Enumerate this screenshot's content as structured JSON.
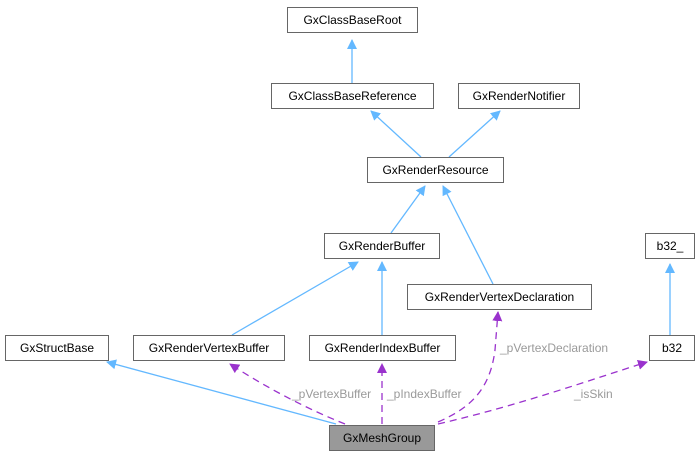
{
  "diagram": {
    "title": "GxMeshGroup collaboration graph",
    "colors": {
      "inheritance": "#63b8ff",
      "usage": "#9a32cd",
      "label": "#9a9a9a",
      "current_fill": "#999999"
    },
    "nodes": [
      {
        "id": "root",
        "label": "GxClassBaseRoot"
      },
      {
        "id": "ref",
        "label": "GxClassBaseReference"
      },
      {
        "id": "notifier",
        "label": "GxRenderNotifier"
      },
      {
        "id": "resource",
        "label": "GxRenderResource"
      },
      {
        "id": "buffer",
        "label": "GxRenderBuffer"
      },
      {
        "id": "vdecl",
        "label": "GxRenderVertexDeclaration"
      },
      {
        "id": "b32u",
        "label": "b32_"
      },
      {
        "id": "struct",
        "label": "GxStructBase"
      },
      {
        "id": "vbuf",
        "label": "GxRenderVertexBuffer"
      },
      {
        "id": "ibuf",
        "label": "GxRenderIndexBuffer"
      },
      {
        "id": "b32",
        "label": "b32"
      },
      {
        "id": "mesh",
        "label": "GxMeshGroup",
        "current": true
      }
    ],
    "edges": [
      {
        "from": "ref",
        "to": "root",
        "type": "inheritance"
      },
      {
        "from": "resource",
        "to": "ref",
        "type": "inheritance"
      },
      {
        "from": "resource",
        "to": "notifier",
        "type": "inheritance"
      },
      {
        "from": "buffer",
        "to": "resource",
        "type": "inheritance"
      },
      {
        "from": "vdecl",
        "to": "resource",
        "type": "inheritance"
      },
      {
        "from": "vbuf",
        "to": "buffer",
        "type": "inheritance"
      },
      {
        "from": "ibuf",
        "to": "buffer",
        "type": "inheritance"
      },
      {
        "from": "b32",
        "to": "b32u",
        "type": "inheritance"
      },
      {
        "from": "mesh",
        "to": "struct",
        "type": "inheritance"
      },
      {
        "from": "mesh",
        "to": "vbuf",
        "type": "usage",
        "label": "_pVertexBuffer"
      },
      {
        "from": "mesh",
        "to": "ibuf",
        "type": "usage",
        "label": "_pIndexBuffer"
      },
      {
        "from": "mesh",
        "to": "vdecl",
        "type": "usage",
        "label": "_pVertexDeclaration"
      },
      {
        "from": "mesh",
        "to": "b32",
        "type": "usage",
        "label": "_isSkin"
      }
    ]
  }
}
